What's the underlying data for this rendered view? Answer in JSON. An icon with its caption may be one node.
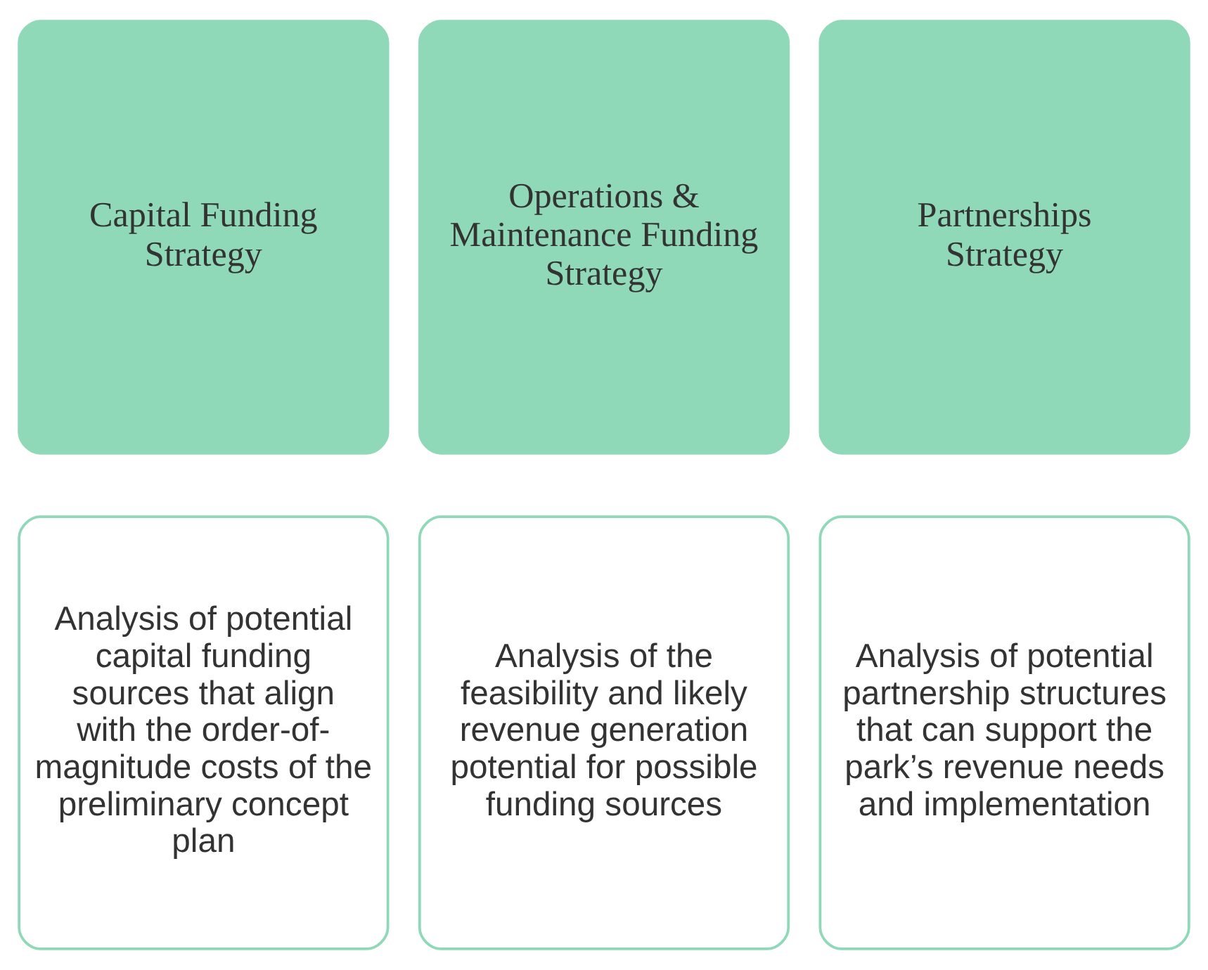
{
  "diagram": {
    "nodes": [
      {
        "text": [
          "Capital Funding Strategy"
        ]
      },
      {
        "text": [
          "Operations & Maintenance Funding Strategy"
        ]
      },
      {
        "text": [
          "Partnerships Strategy"
        ]
      },
      {
        "text": [
          "Analysis of potential capital funding sources that align with the order-of-magnitude costs of the preliminary concept plan"
        ]
      },
      {
        "text": [
          "Analysis of the feasibility and likely revenue generation potential for possible funding sources"
        ]
      },
      {
        "text": [
          "Analysis of potential partnership structures that can support the park’s revenue needs and implementation"
        ]
      }
    ],
    "edges": []
  }
}
